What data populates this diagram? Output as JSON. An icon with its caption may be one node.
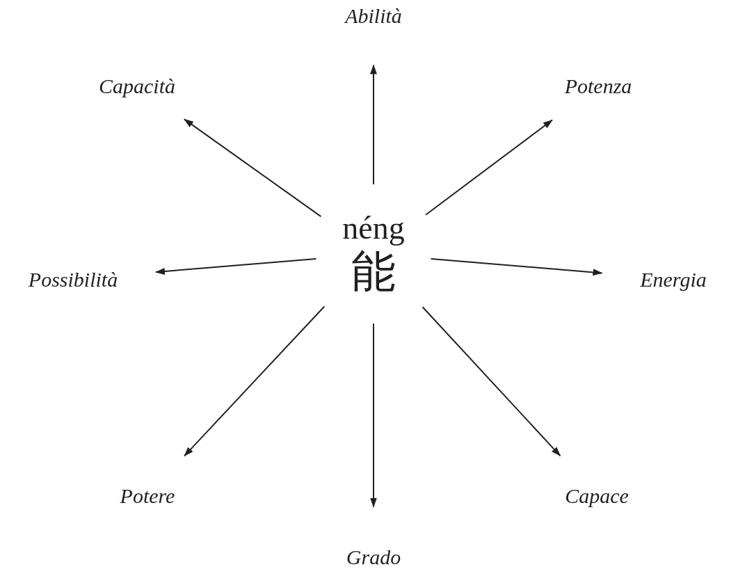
{
  "diagram": {
    "nodes": [
      {
        "text": [
          "Abilità"
        ]
      },
      {
        "text": [
          "Capacità"
        ]
      },
      {
        "text": [
          "Potenza"
        ]
      },
      {
        "text": [
          "néng",
          "能"
        ]
      },
      {
        "text": [
          "Possibilità"
        ]
      },
      {
        "text": [
          "Energia"
        ]
      },
      {
        "text": [
          "Potere"
        ]
      },
      {
        "text": [
          "Capace"
        ]
      },
      {
        "text": [
          "Grado"
        ]
      }
    ],
    "edges": [
      {
        "from": 3,
        "to": 0,
        "arrow": "to"
      },
      {
        "from": 3,
        "to": 1,
        "arrow": "to"
      },
      {
        "from": 3,
        "to": 2,
        "arrow": "to"
      },
      {
        "from": 3,
        "to": 4,
        "arrow": "to"
      },
      {
        "from": 3,
        "to": 5,
        "arrow": "to"
      },
      {
        "from": 3,
        "to": 6,
        "arrow": "to"
      },
      {
        "from": 3,
        "to": 7,
        "arrow": "to"
      },
      {
        "from": 3,
        "to": 8,
        "arrow": "to"
      }
    ]
  }
}
